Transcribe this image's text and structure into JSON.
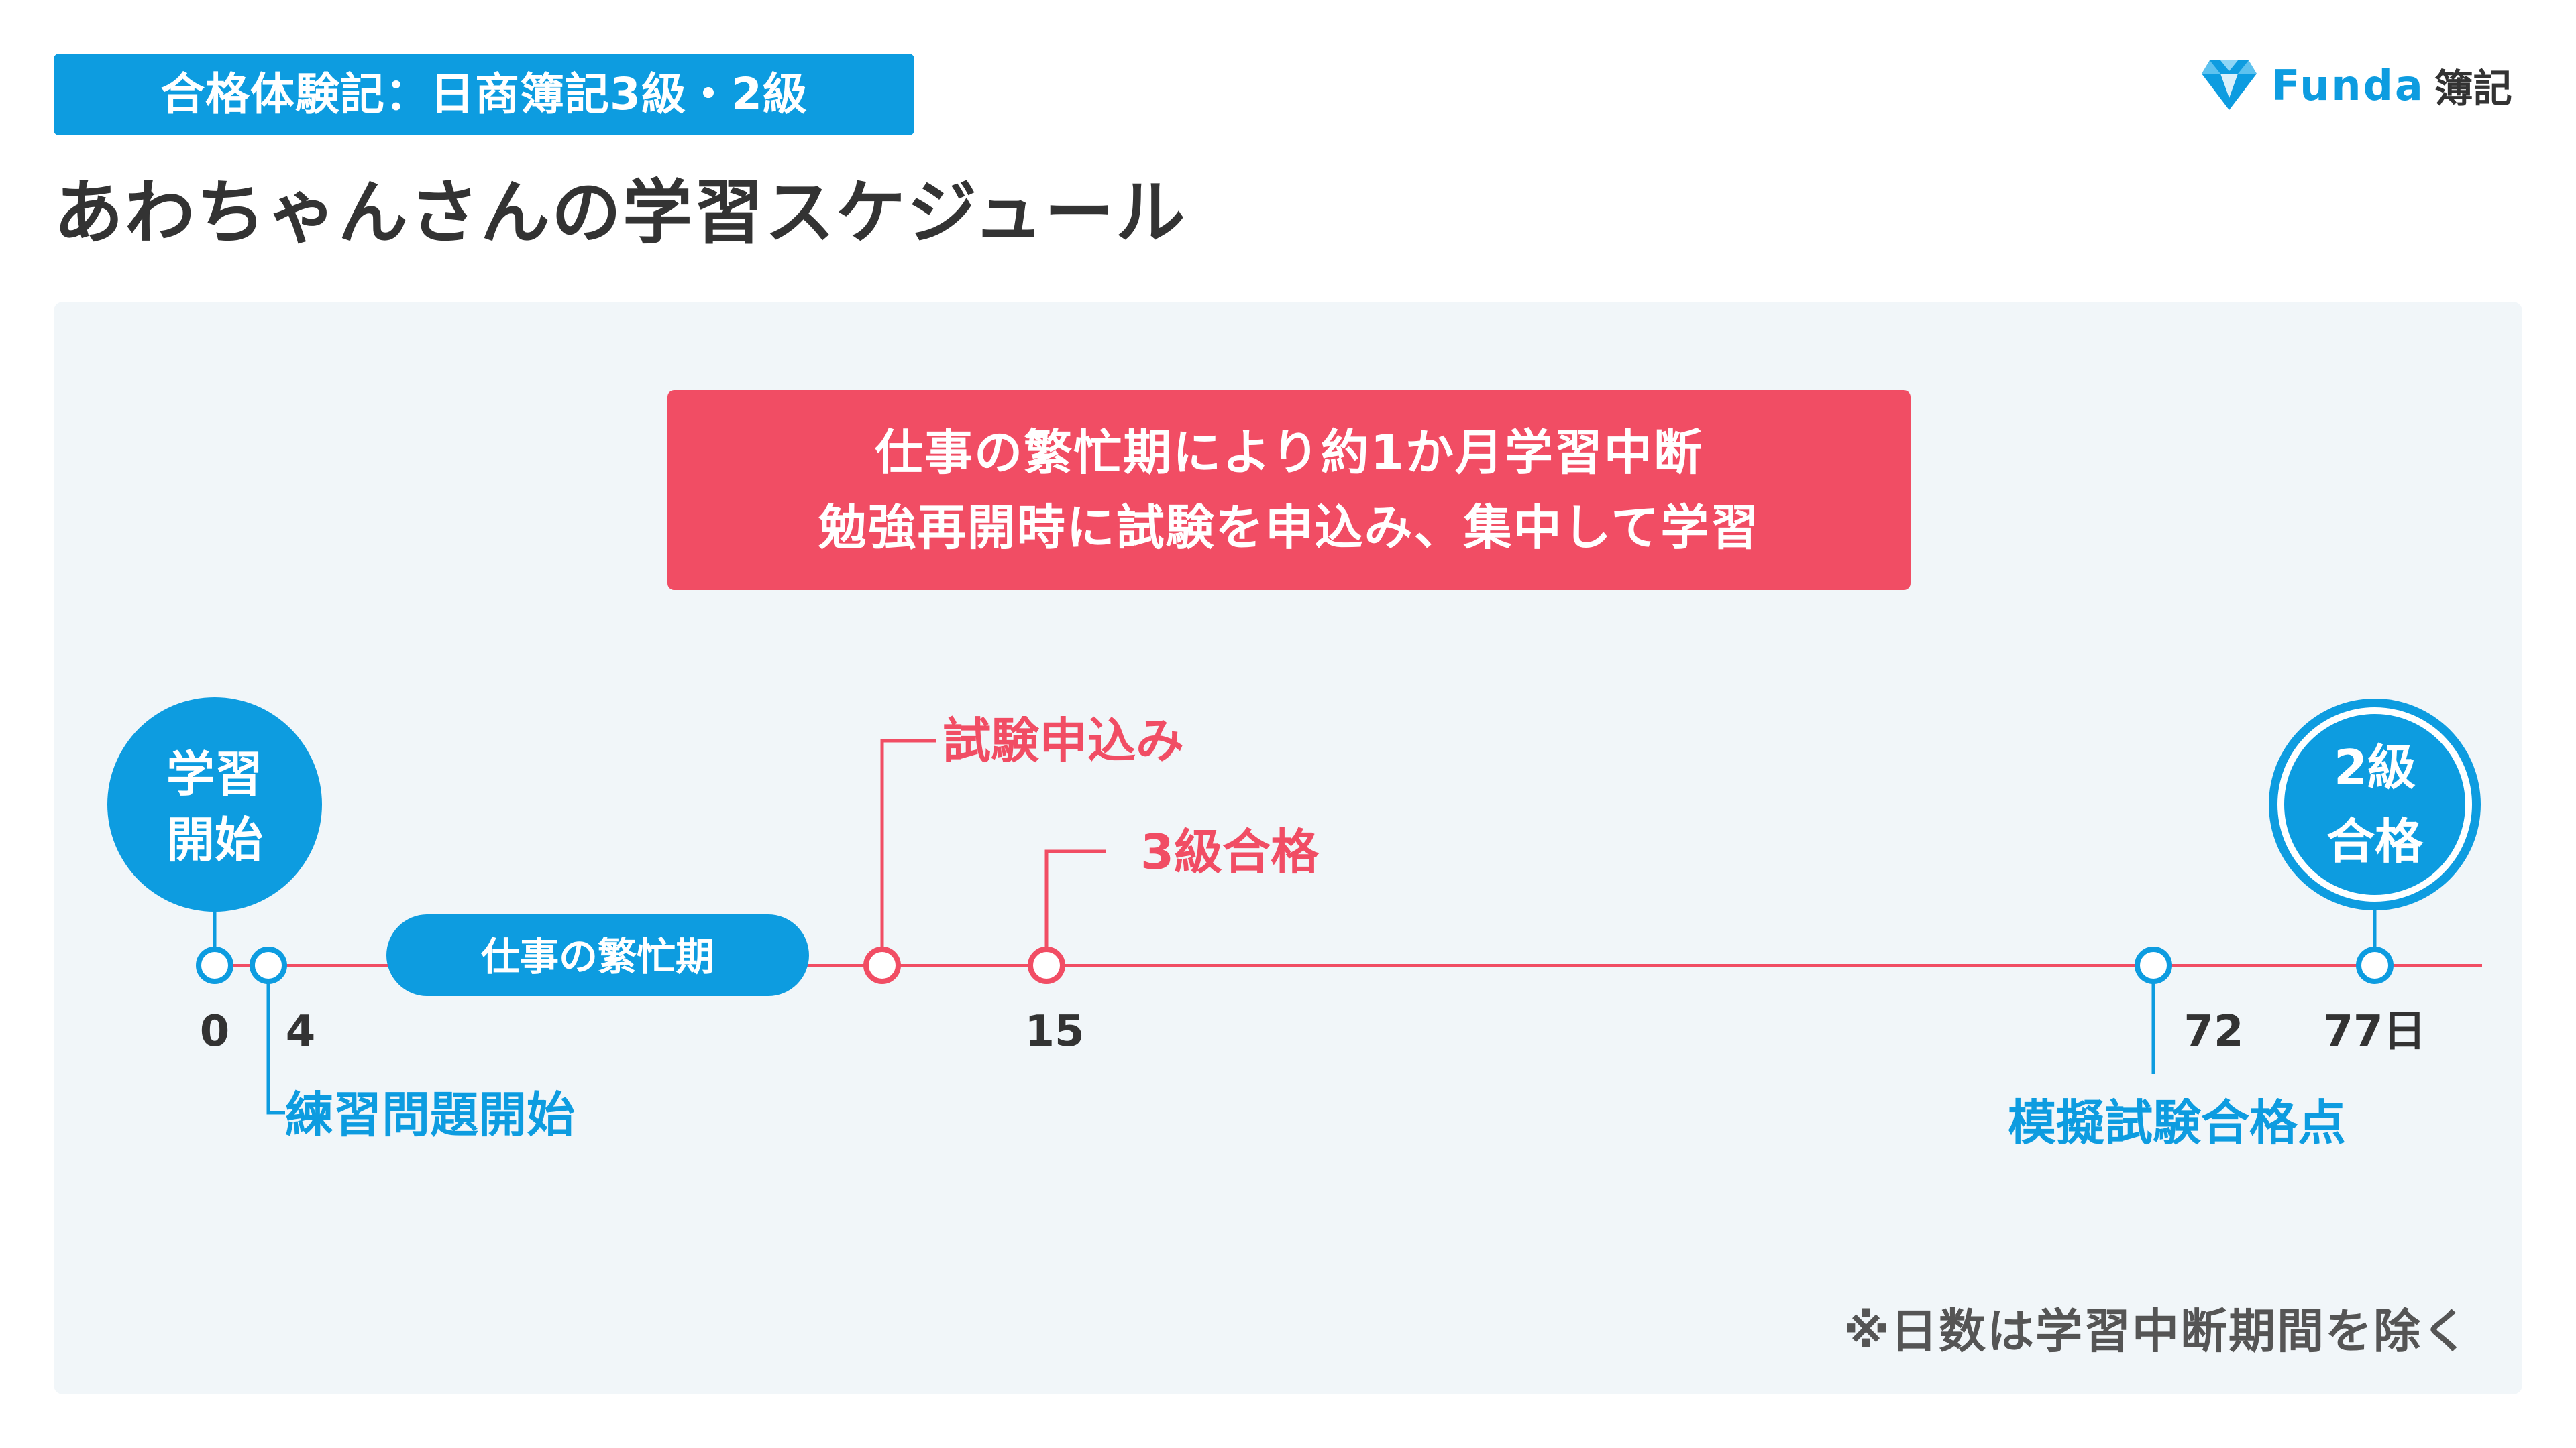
{
  "header": {
    "badge": "合格体験記：日商簿記3級・2級",
    "title": "あわちゃんさんの学習スケジュール"
  },
  "logo": {
    "word": "Funda",
    "kanji": "簿記",
    "icon": "diamond-logo-icon"
  },
  "notice": {
    "line1": "仕事の繁忙期により約1か月学習中断",
    "line2": "勉強再開時に試験を申込み、集中して学習"
  },
  "timeline": {
    "start_label_line1": "学習",
    "start_label_line2": "開始",
    "end_label_line1": "2級",
    "end_label_line2": "合格",
    "busy_period_label": "仕事の繁忙期",
    "ticks": [
      "0",
      "4",
      "15",
      "72",
      "77日"
    ],
    "events": {
      "practice_start": "練習問題開始",
      "exam_application": "試験申込み",
      "grade3_pass": "3級合格",
      "mock_exam_pass": "模擬試験合格点"
    }
  },
  "footnote": "※日数は学習中断期間を除く",
  "colors": {
    "blue": "#0d9ce0",
    "red": "#f14d64",
    "text_dark": "#333333",
    "panel_bg": "#f1f6f9"
  }
}
